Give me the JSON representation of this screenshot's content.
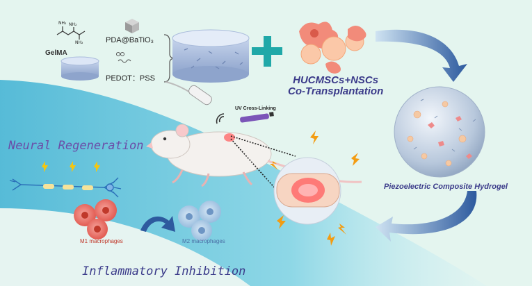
{
  "materials": {
    "gelma": "GelMA",
    "pda_batio3": "PDA@BaTiO₃",
    "pedot_pss": "PEDOT：PSS",
    "nh2": "NH₂"
  },
  "cells": {
    "line1": "HUCMSCs+NSCs",
    "line2": "Co-Transplantation"
  },
  "uv": "UV Cross-Linking",
  "hydrogel": "Piezoelectric Composite Hydrogel",
  "neural": "Neural Regeneration",
  "macrophages": {
    "m1": "M1 macrophages",
    "m2": "M2 macrophages"
  },
  "inflammatory": "Inflammatory Inhibition",
  "colors": {
    "background_band": "#d6f0e8",
    "diagonal_band": "#6fc5dc",
    "plus": "#20a8a8",
    "arrow": "#2d5a9e",
    "lightning": "#f39c12",
    "m1_cell": "#e5534b",
    "m2_cell": "#8fb8dc"
  }
}
